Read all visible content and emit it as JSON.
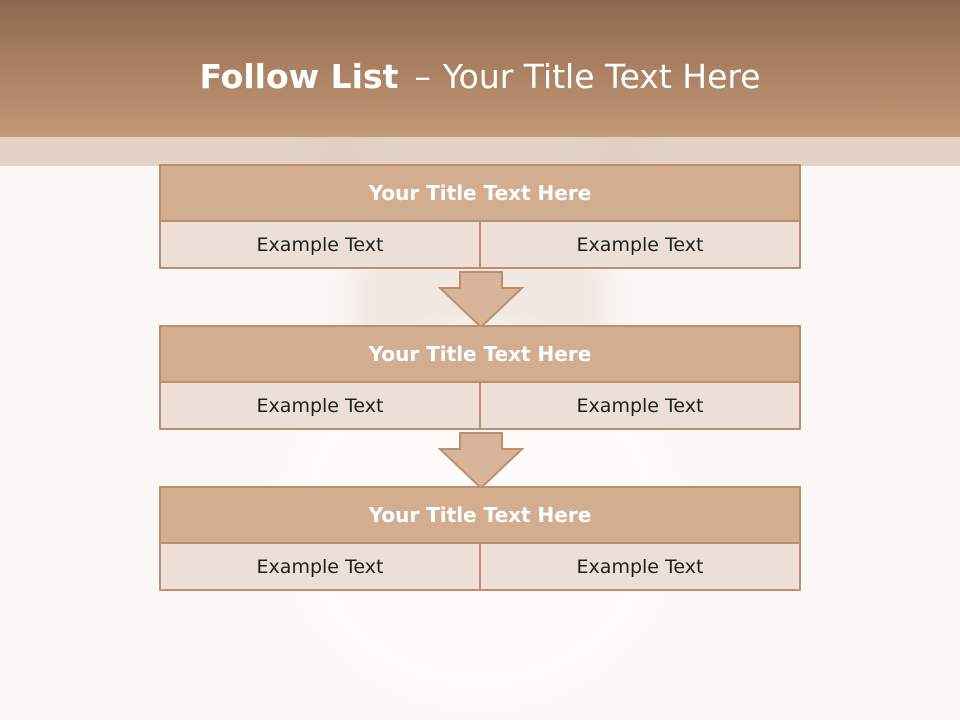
{
  "slide": {
    "title_bold": "Follow List",
    "title_sep": "–",
    "title_rest": "Your Title Text Here"
  },
  "steps": [
    {
      "title": "Your Title Text Here",
      "left": "Example Text",
      "right": "Example Text"
    },
    {
      "title": "Your Title Text Here",
      "left": "Example Text",
      "right": "Example Text"
    },
    {
      "title": "Your Title Text Here",
      "left": "Example Text",
      "right": "Example Text"
    }
  ],
  "colors": {
    "header_top": "#8c6a4e",
    "header_bottom": "#c29a77",
    "block_title_fill": "#d2ad8f",
    "block_cell_fill": "#ecdfd8",
    "border": "#bf8f69",
    "arrow_fill": "#d8b49a"
  }
}
